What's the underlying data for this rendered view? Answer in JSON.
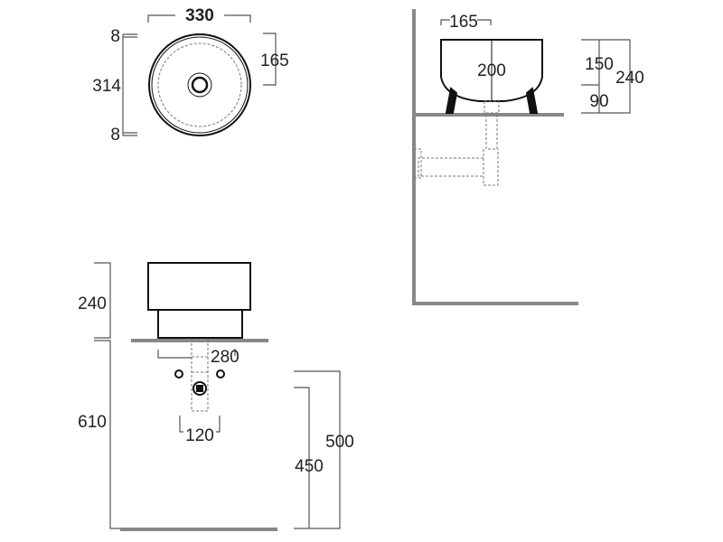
{
  "top_view": {
    "width": "330",
    "depth": "314",
    "rim_top": "8",
    "rim_bottom": "8",
    "half_depth": "165"
  },
  "side_view": {
    "half_width": "165",
    "inner_depth": "200",
    "upper_height": "150",
    "total_height": "240",
    "lower_height": "90"
  },
  "front_view": {
    "height": "240",
    "base_width": "280",
    "counter_height": "610",
    "tap_spacing": "120",
    "outlet_height_1": "500",
    "outlet_height_2": "450"
  },
  "colors": {
    "line": "#111111",
    "dimension": "#555555",
    "surface": "#888888"
  }
}
